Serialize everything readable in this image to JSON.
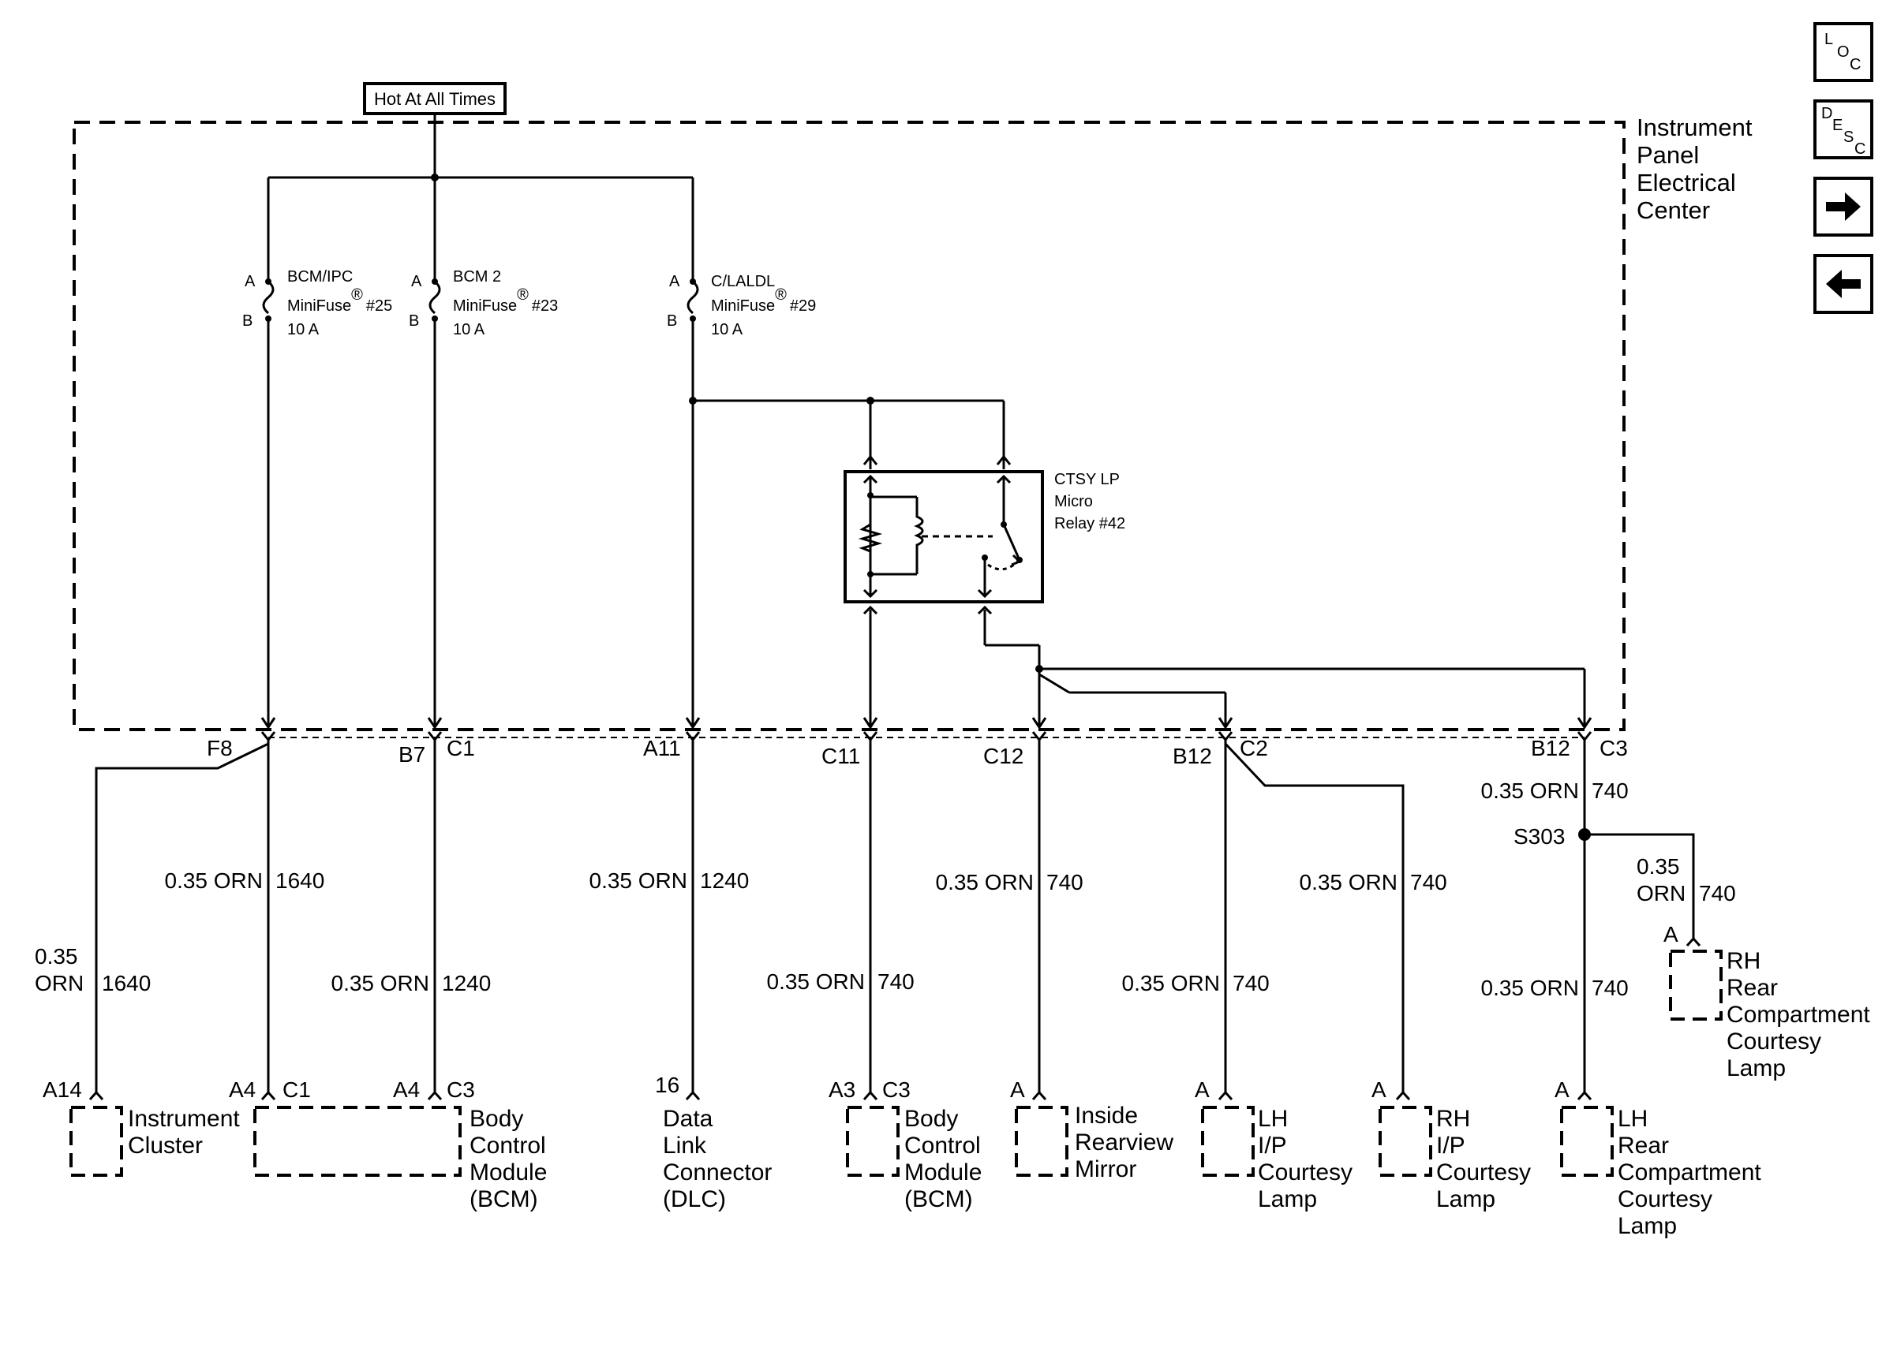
{
  "power_label": "Hot At All Times",
  "center": {
    "line1": "Instrument",
    "line2": "Panel",
    "line3": "Electrical",
    "line4": "Center"
  },
  "fuses": [
    {
      "pin_a": "A",
      "pin_b": "B",
      "name": "BCM/IPC",
      "type": "MiniFuse",
      "reg": "®",
      "num": "#25",
      "rating": "10 A"
    },
    {
      "pin_a": "A",
      "pin_b": "B",
      "name": "BCM 2",
      "type": "MiniFuse",
      "reg": "®",
      "num": "#23",
      "rating": "10 A"
    },
    {
      "pin_a": "A",
      "pin_b": "B",
      "name": "C/LALDL",
      "type": "MiniFuse",
      "reg": "®",
      "num": "#29",
      "rating": "10 A"
    }
  ],
  "relay": {
    "line1": "CTSY LP",
    "line2": "Micro",
    "line3": "Relay",
    "num": "#42"
  },
  "pins": {
    "f8": "F8",
    "b7": "B7",
    "c1": "C1",
    "a11": "A11",
    "c11": "C11",
    "c12": "C12",
    "b12": "B12",
    "c2": "C2",
    "b12b": "B12",
    "c3": "C3"
  },
  "splice": "S303",
  "wires": {
    "w1": {
      "gauge": "0.35",
      "color": "ORN",
      "circuit": "1640"
    },
    "w2": {
      "size": "0.35 ORN",
      "circuit": "1640"
    },
    "w3": {
      "size": "0.35 ORN",
      "circuit": "1240"
    },
    "w4": {
      "size": "0.35 ORN",
      "circuit": "1240"
    },
    "w5": {
      "size": "0.35 ORN",
      "circuit": "740"
    },
    "w6": {
      "size": "0.35 ORN",
      "circuit": "740"
    },
    "w7": {
      "size": "0.35 ORN",
      "circuit": "740"
    },
    "w8": {
      "size": "0.35 ORN",
      "circuit": "740"
    },
    "w9": {
      "size": "0.35 ORN",
      "circuit": "740"
    },
    "w10": {
      "gauge": "0.35",
      "color": "ORN",
      "circuit": "740"
    },
    "w11": {
      "size": "0.35 ORN",
      "circuit": "740"
    }
  },
  "components": {
    "ic": {
      "pin": "A14",
      "l1": "Instrument",
      "l2": "Cluster"
    },
    "bcm1": {
      "pin1": "A4",
      "conn1": "C1",
      "pin2": "A4",
      "conn2": "C3",
      "l1": "Body",
      "l2": "Control",
      "l3": "Module",
      "l4": "(BCM)"
    },
    "dlc": {
      "pin": "16",
      "l1": "Data",
      "l2": "Link",
      "l3": "Connector",
      "l4": "(DLC)"
    },
    "bcm2": {
      "pin": "A3",
      "conn": "C3",
      "l1": "Body",
      "l2": "Control",
      "l3": "Module",
      "l4": "(BCM)"
    },
    "mirror": {
      "pin": "A",
      "l1": "Inside",
      "l2": "Rearview",
      "l3": "Mirror"
    },
    "lhip": {
      "pin": "A",
      "l1": "LH",
      "l2": "I/P",
      "l3": "Courtesy",
      "l4": "Lamp"
    },
    "rhip": {
      "pin": "A",
      "l1": "RH",
      "l2": "I/P",
      "l3": "Courtesy",
      "l4": "Lamp"
    },
    "lhrear": {
      "pin": "A",
      "l1": "LH",
      "l2": "Rear",
      "l3": "Compartment",
      "l4": "Courtesy",
      "l5": "Lamp"
    },
    "rhrear": {
      "pin": "A",
      "l1": "RH",
      "l2": "Rear",
      "l3": "Compartment",
      "l4": "Courtesy",
      "l5": "Lamp"
    }
  },
  "nav": {
    "loc": {
      "l": "L",
      "o": "O",
      "c": "C"
    },
    "desc": {
      "d": "D",
      "e": "E",
      "s": "S",
      "c": "C"
    },
    "next_icon": "arrow-right-icon",
    "prev_icon": "arrow-left-icon"
  }
}
